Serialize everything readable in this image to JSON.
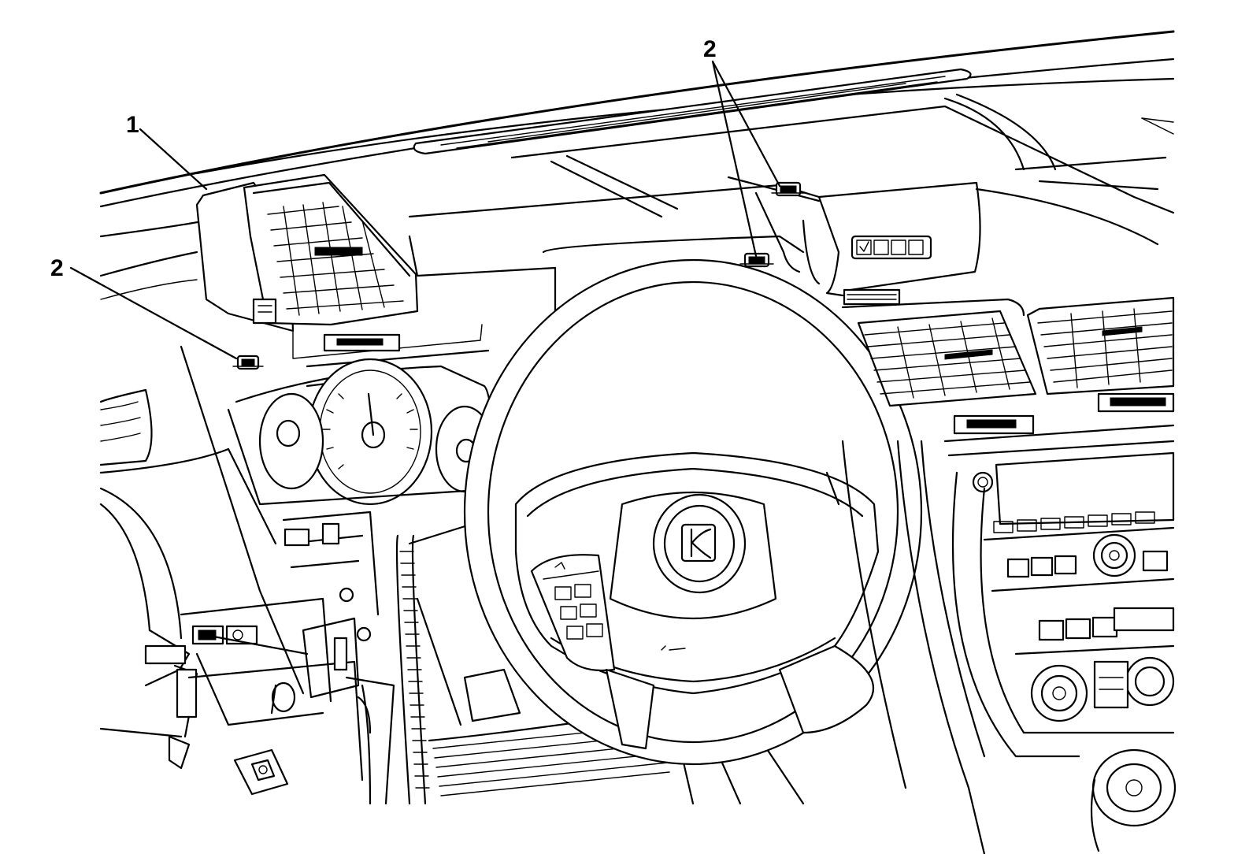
{
  "figure": {
    "callouts": [
      {
        "id": "1",
        "label": "1"
      },
      {
        "id": "2a",
        "label": "2"
      },
      {
        "id": "2b",
        "label": "2"
      }
    ],
    "colors": {
      "ink": "#000000",
      "paper": "#ffffff"
    }
  }
}
